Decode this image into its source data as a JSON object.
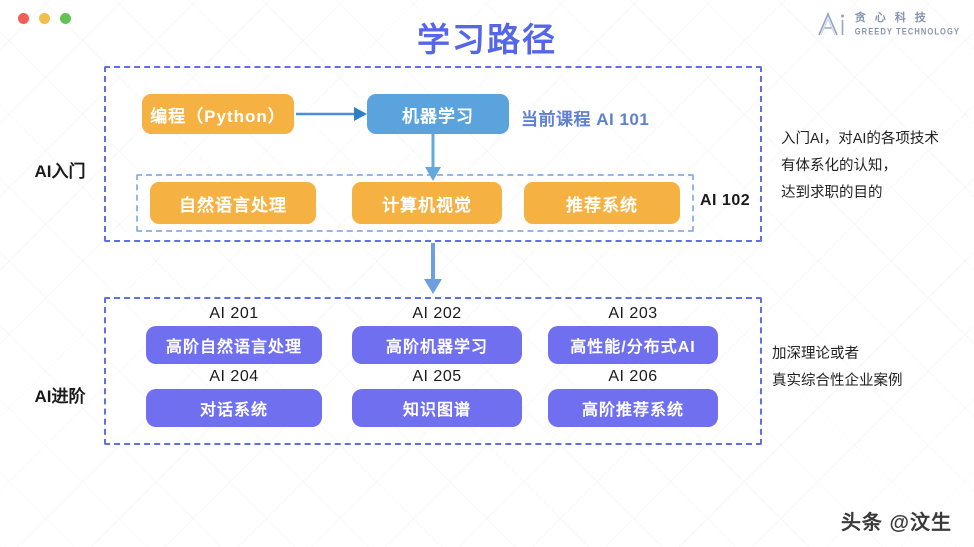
{
  "window": {
    "dots": [
      {
        "name": "close-dot",
        "color": "#ef5f56"
      },
      {
        "name": "minimize-dot",
        "color": "#f5bd4f"
      },
      {
        "name": "maximize-dot",
        "color": "#61c454"
      }
    ]
  },
  "header": {
    "title": "学习路径",
    "title_color": "#5566e8",
    "logo": {
      "icon": "greedy-ai-mark-icon",
      "cn": "贪 心 科 技",
      "en": "GREEDY TECHNOLOGY"
    }
  },
  "stages": [
    {
      "key": "basic",
      "label": "AI入门"
    },
    {
      "key": "advanced",
      "label": "AI进阶"
    }
  ],
  "basic_section": {
    "current_course": "当前课程 AI 101",
    "ai102_tag": "AI 102",
    "boxes": {
      "python": {
        "label": "编程（Python）",
        "color": "#f5b243"
      },
      "machine_learning": {
        "label": "机器学习",
        "color": "#5ba3dd"
      },
      "nlp": {
        "label": "自然语言处理",
        "color": "#f5b243"
      },
      "cv": {
        "label": "计算机视觉",
        "color": "#f5b243"
      },
      "recommendation": {
        "label": "推荐系统",
        "color": "#f5b243"
      }
    },
    "note_lines": [
      "入门AI，对AI的各项技术",
      "有体系化的认知，",
      "达到求职的目的"
    ]
  },
  "advanced_section": {
    "courses": [
      {
        "code": "AI 201",
        "label": "高阶自然语言处理"
      },
      {
        "code": "AI 202",
        "label": "高阶机器学习"
      },
      {
        "code": "AI 203",
        "label": "高性能/分布式AI"
      },
      {
        "code": "AI 204",
        "label": "对话系统"
      },
      {
        "code": "AI 205",
        "label": "知识图谱"
      },
      {
        "code": "AI 206",
        "label": "高阶推荐系统"
      }
    ],
    "course_color": "#6f6ff0",
    "note_lines": [
      "加深理论或者",
      "真实综合性企业案例"
    ]
  },
  "arrows": [
    {
      "name": "arrow-python-to-ml",
      "direction": "right"
    },
    {
      "name": "arrow-ml-to-ai102",
      "direction": "down"
    },
    {
      "name": "arrow-basic-to-advanced",
      "direction": "down"
    }
  ],
  "watermark": "头条 @汶生"
}
